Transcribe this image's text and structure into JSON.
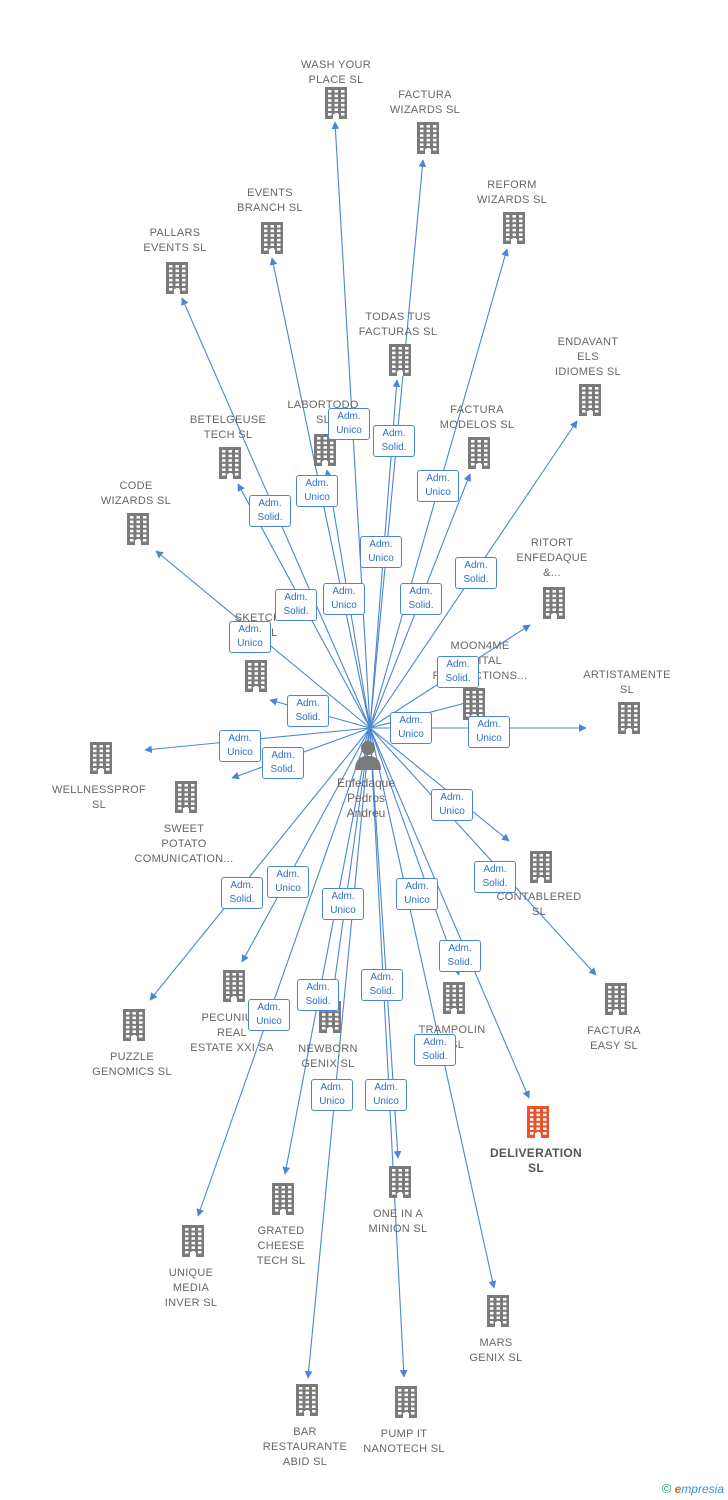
{
  "center": {
    "label": "Enfedaque\nPedros\nAndreu"
  },
  "colors": {
    "edge": "#4a86d4",
    "building": "#7a7a7a",
    "highlight": "#e8542a",
    "badge_text": "#2f6fc7"
  },
  "nodes": [
    {
      "id": "wash",
      "label": "WASH YOUR\nPLACE  SL"
    },
    {
      "id": "factura-wizards",
      "label": "FACTURA\nWIZARDS  SL"
    },
    {
      "id": "reform",
      "label": "REFORM\nWIZARDS  SL"
    },
    {
      "id": "events",
      "label": "EVENTS\nBRANCH  SL"
    },
    {
      "id": "pallars",
      "label": "PALLARS\nEVENTS  SL"
    },
    {
      "id": "todas",
      "label": "TODAS TUS\nFACTURAS  SL"
    },
    {
      "id": "endavant",
      "label": "ENDAVANT\nELS\nIDIOMES  SL"
    },
    {
      "id": "labortodo",
      "label": "LABORTODO\nSL"
    },
    {
      "id": "betelgeuse",
      "label": "BETELGEUSE\nTECH  SL"
    },
    {
      "id": "factura-modelos",
      "label": "FACTURA\nMODELOS  SL"
    },
    {
      "id": "code",
      "label": "CODE\nWIZARDS  SL"
    },
    {
      "id": "ritort",
      "label": "RITORT\nENFEDAQUE\n&..."
    },
    {
      "id": "sketch",
      "label": "SKETCH\nCI...  SL"
    },
    {
      "id": "moon4me",
      "label": "MOON4ME\nDIGITAL\nPRODUCTIONS..."
    },
    {
      "id": "artistamente",
      "label": "ARTISTAMENTE\nSL"
    },
    {
      "id": "wellnessprof",
      "label": "WELLNESSPROF\nSL"
    },
    {
      "id": "sweet",
      "label": "SWEET\nPOTATO\nCOMUNICATION..."
    },
    {
      "id": "contablered",
      "label": "CONTABLERED\nSL"
    },
    {
      "id": "factura-easy",
      "label": "FACTURA\nEASY  SL"
    },
    {
      "id": "puzzle",
      "label": "PUZZLE\nGENOMICS  SL"
    },
    {
      "id": "pecunium",
      "label": "PECUNIUM\nREAL\nESTATE XXI SA"
    },
    {
      "id": "newborn",
      "label": "NEWBORN\nGENIX  SL"
    },
    {
      "id": "trampolin",
      "label": "TRAMPOLIN\nA  SL"
    },
    {
      "id": "deliveration",
      "label": "DELIVERATION\nSL"
    },
    {
      "id": "unique",
      "label": "UNIQUE\nMEDIA\nINVER  SL"
    },
    {
      "id": "grated",
      "label": "GRATED\nCHEESE\nTECH  SL"
    },
    {
      "id": "one",
      "label": "ONE IN A\nMINION  SL"
    },
    {
      "id": "mars",
      "label": "MARS\nGENIX  SL"
    },
    {
      "id": "bar",
      "label": "BAR\nRESTAURANTE\nABID  SL"
    },
    {
      "id": "pump",
      "label": "PUMP IT\nNANOTECH  SL"
    }
  ],
  "badges": [
    {
      "text": "Adm.\nUnico"
    },
    {
      "text": "Adm.\nSolid."
    },
    {
      "text": "Adm.\nUnico"
    },
    {
      "text": "Adm.\nUnico"
    },
    {
      "text": "Adm.\nSolid."
    },
    {
      "text": "Adm.\nUnico"
    },
    {
      "text": "Adm.\nSolid."
    },
    {
      "text": "Adm.\nSolid."
    },
    {
      "text": "Adm.\nUnico"
    },
    {
      "text": "Adm.\nSolid."
    },
    {
      "text": "Adm.\nUnico"
    },
    {
      "text": "Adm.\nSolid."
    },
    {
      "text": "Adm.\nSolid."
    },
    {
      "text": "Adm.\nUnico"
    },
    {
      "text": "Adm.\nUnico"
    },
    {
      "text": "Adm.\nUnico"
    },
    {
      "text": "Adm.\nSolid."
    },
    {
      "text": "Adm.\nUnico"
    },
    {
      "text": "Adm.\nSolid."
    },
    {
      "text": "Adm.\nSolid."
    },
    {
      "text": "Adm.\nUnico"
    },
    {
      "text": "Adm.\nUnico"
    },
    {
      "text": "Adm.\nUnico"
    },
    {
      "text": "Adm.\nSolid."
    },
    {
      "text": "Adm.\nUnico"
    },
    {
      "text": "Adm.\nSolid."
    },
    {
      "text": "Adm.\nSolid."
    },
    {
      "text": "Adm.\nSolid."
    },
    {
      "text": "Adm.\nUnico"
    },
    {
      "text": "Adm.\nUnico"
    }
  ],
  "footer": {
    "copyright": "©",
    "brand_e": "e",
    "brand_rest": "mpresia"
  }
}
